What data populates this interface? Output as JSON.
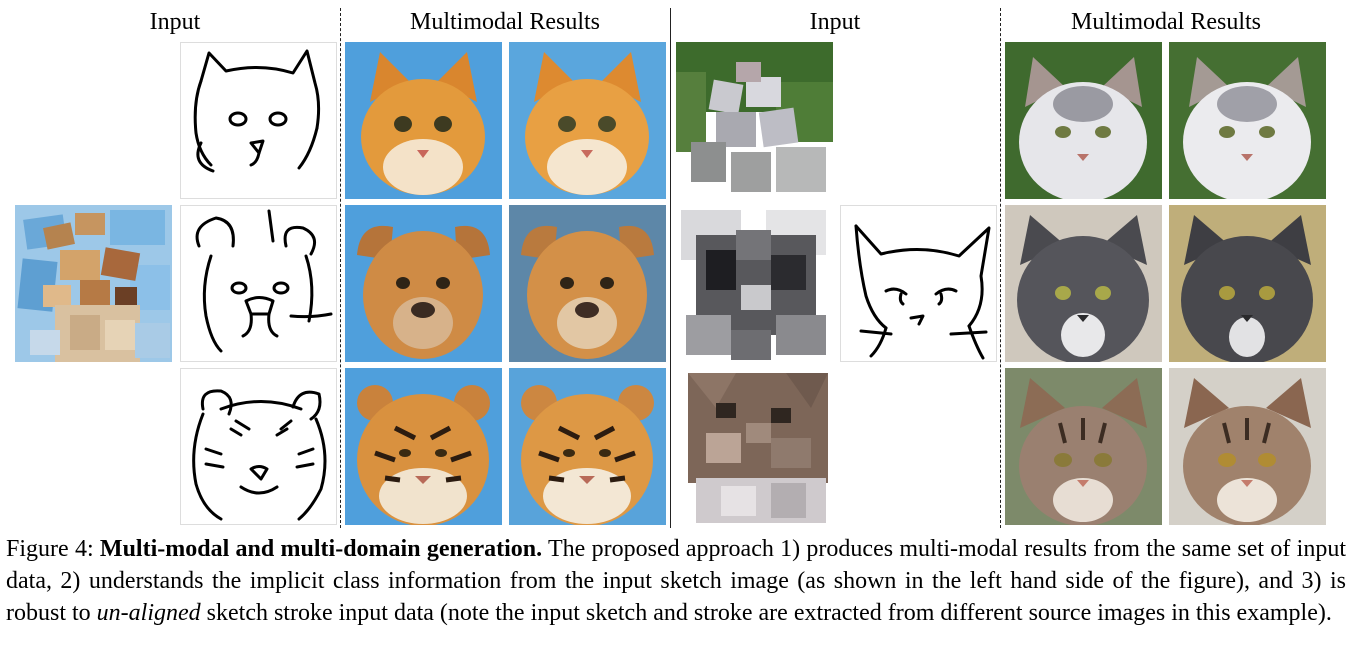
{
  "headers": {
    "left_input": "Input",
    "left_results": "Multimodal Results",
    "right_input": "Input",
    "right_results": "Multimodal Results"
  },
  "panels": {
    "left": {
      "shared_stroke_input": "stroke-paint-blue-beige",
      "rows": [
        {
          "sketch": "cat-sketch",
          "results": [
            "orange-cat-photo",
            "orange-cat-photo"
          ]
        },
        {
          "sketch": "dog-sketch",
          "results": [
            "brown-dog-photo",
            "brown-dog-photo"
          ]
        },
        {
          "sketch": "tiger-sketch",
          "results": [
            "tiger-photo",
            "tiger-photo"
          ]
        }
      ],
      "result_background": "#4f9fdc"
    },
    "right": {
      "shared_sketch_input": "cat-sketch-unaligned",
      "rows": [
        {
          "stroke": "stroke-paint-grey-green",
          "results": [
            "white-grey-cat-photo",
            "white-grey-cat-photo"
          ]
        },
        {
          "stroke": "stroke-paint-dark-grey",
          "results": [
            "dark-grey-cat-photo",
            "dark-grey-cat-photo"
          ]
        },
        {
          "stroke": "stroke-paint-brown",
          "results": [
            "tabby-cat-photo",
            "tabby-cat-photo"
          ]
        }
      ]
    }
  },
  "caption": {
    "label": "Figure 4:",
    "bold_title": "Multi-modal and multi-domain generation.",
    "text_part1": "The proposed approach 1) produces multi-modal results from the same set of input data, 2) understands the implicit class information from the input sketch image (as shown in the left hand side of the figure), and 3) is robust to",
    "italic_term": "un-aligned",
    "text_part2": "sketch stroke input data (note the input sketch and stroke are extracted from different source images in this example)."
  }
}
